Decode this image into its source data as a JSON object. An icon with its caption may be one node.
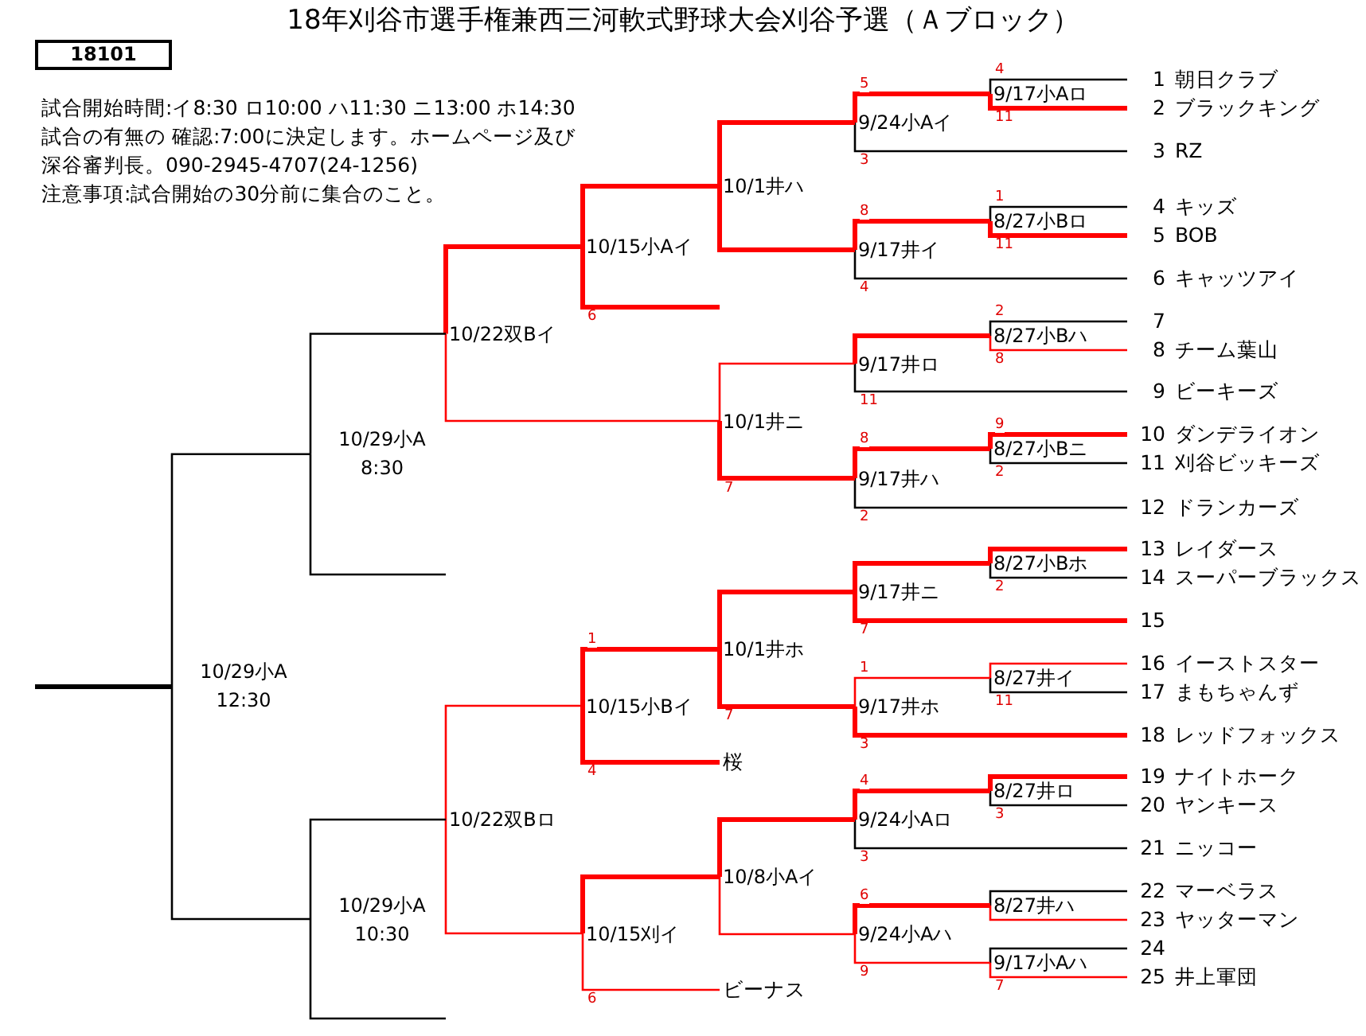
{
  "diagram": {
    "title": "18年刈谷市選手権兼西三河軟式野球大会刈谷予選（Ａブロック）",
    "nodes": [
      {
        "text": [
          "18101"
        ]
      },
      {
        "text": [
          "1",
          "朝日クラブ"
        ]
      },
      {
        "text": [
          "2",
          "ブラックキング"
        ]
      },
      {
        "text": [
          "3",
          "RZ"
        ]
      },
      {
        "text": [
          "4",
          "キッズ"
        ]
      },
      {
        "text": [
          "5",
          "BOB"
        ]
      },
      {
        "text": [
          "6",
          "キャッツアイ"
        ]
      },
      {
        "text": [
          "7"
        ]
      },
      {
        "text": [
          "8",
          "チーム葉山"
        ]
      },
      {
        "text": [
          "9",
          "ビーキーズ"
        ]
      },
      {
        "text": [
          "10",
          "ダンデライオン"
        ]
      },
      {
        "text": [
          "11",
          "刈谷ビッキーズ"
        ]
      },
      {
        "text": [
          "12",
          "ドランカーズ"
        ]
      },
      {
        "text": [
          "13",
          "レイダース"
        ]
      },
      {
        "text": [
          "14",
          "スーパーブラックス"
        ]
      },
      {
        "text": [
          "15"
        ]
      },
      {
        "text": [
          "16",
          "イーストスター"
        ]
      },
      {
        "text": [
          "17",
          "まもちゃんず"
        ]
      },
      {
        "text": [
          "18",
          "レッドフォックス"
        ]
      },
      {
        "text": [
          "19",
          "ナイトホーク"
        ]
      },
      {
        "text": [
          "20",
          "ヤンキース"
        ]
      },
      {
        "text": [
          "21",
          "ニッコー"
        ]
      },
      {
        "text": [
          "22",
          "マーベラス"
        ]
      },
      {
        "text": [
          "23",
          "ヤッターマン"
        ]
      },
      {
        "text": [
          "24"
        ]
      },
      {
        "text": [
          "25",
          "井上軍団"
        ]
      },
      {
        "text": [
          "桜"
        ]
      },
      {
        "text": [
          "ビーナス"
        ]
      },
      {
        "text": [
          "9/17小Aロ"
        ]
      },
      {
        "text": [
          "8/27小Bロ"
        ]
      },
      {
        "text": [
          "8/27小Bハ"
        ]
      },
      {
        "text": [
          "8/27小Bニ"
        ]
      },
      {
        "text": [
          "8/27小Bホ"
        ]
      },
      {
        "text": [
          "8/27井イ"
        ]
      },
      {
        "text": [
          "8/27井ロ"
        ]
      },
      {
        "text": [
          "8/27井ハ"
        ]
      },
      {
        "text": [
          "9/17小Aハ"
        ]
      },
      {
        "text": [
          "9/24小Aイ"
        ]
      },
      {
        "text": [
          "9/17井イ"
        ]
      },
      {
        "text": [
          "9/17井ロ"
        ]
      },
      {
        "text": [
          "9/17井ハ"
        ]
      },
      {
        "text": [
          "9/17井ニ"
        ]
      },
      {
        "text": [
          "9/17井ホ"
        ]
      },
      {
        "text": [
          "9/24小Aロ"
        ]
      },
      {
        "text": [
          "9/24小Aハ"
        ]
      },
      {
        "text": [
          "10/1井ハ"
        ]
      },
      {
        "text": [
          "10/1井ニ"
        ]
      },
      {
        "text": [
          "10/1井ホ"
        ]
      },
      {
        "text": [
          "10/8小Aイ"
        ]
      },
      {
        "text": [
          "10/15小Aイ"
        ]
      },
      {
        "text": [
          "10/15小Bイ"
        ]
      },
      {
        "text": [
          "10/15刈イ"
        ]
      },
      {
        "text": [
          "10/22双Bイ"
        ]
      },
      {
        "text": [
          "10/22双Bロ"
        ]
      },
      {
        "text": [
          "10/29小A",
          "8:30"
        ]
      },
      {
        "text": [
          "10/29小A",
          "10:30"
        ]
      },
      {
        "text": [
          "10/29小A",
          "12:30"
        ]
      }
    ],
    "edges": [
      {
        "from": 1,
        "to": 28,
        "arrow": "none",
        "label": "4",
        "color": "#000000"
      },
      {
        "from": 2,
        "to": 28,
        "arrow": "none",
        "label": "11",
        "color": "#ff0000",
        "style": "thick"
      },
      {
        "from": 4,
        "to": 29,
        "arrow": "none",
        "label": "1",
        "color": "#000000"
      },
      {
        "from": 5,
        "to": 29,
        "arrow": "none",
        "label": "11",
        "color": "#ff0000",
        "style": "thick"
      },
      {
        "from": 7,
        "to": 30,
        "arrow": "none",
        "label": "2",
        "color": "#000000"
      },
      {
        "from": 8,
        "to": 30,
        "arrow": "none",
        "label": "8",
        "color": "#ff0000"
      },
      {
        "from": 10,
        "to": 31,
        "arrow": "none",
        "label": "9",
        "color": "#ff0000",
        "style": "thick"
      },
      {
        "from": 11,
        "to": 31,
        "arrow": "none",
        "label": "2",
        "color": "#000000"
      },
      {
        "from": 13,
        "to": 32,
        "arrow": "none",
        "color": "#ff0000",
        "style": "thick"
      },
      {
        "from": 14,
        "to": 32,
        "arrow": "none",
        "label": "2",
        "color": "#000000"
      },
      {
        "from": 16,
        "to": 33,
        "arrow": "none",
        "color": "#ff0000"
      },
      {
        "from": 17,
        "to": 33,
        "arrow": "none",
        "label": "11",
        "color": "#000000"
      },
      {
        "from": 19,
        "to": 34,
        "arrow": "none",
        "color": "#ff0000",
        "style": "thick"
      },
      {
        "from": 20,
        "to": 34,
        "arrow": "none",
        "label": "3",
        "color": "#000000"
      },
      {
        "from": 22,
        "to": 35,
        "arrow": "none",
        "color": "#000000"
      },
      {
        "from": 23,
        "to": 35,
        "arrow": "none",
        "color": "#ff0000"
      },
      {
        "from": 24,
        "to": 36,
        "arrow": "none",
        "color": "#000000"
      },
      {
        "from": 25,
        "to": 36,
        "arrow": "none",
        "label": "7",
        "color": "#ff0000"
      },
      {
        "from": 28,
        "to": 37,
        "arrow": "none",
        "label": "5",
        "color": "#ff0000",
        "style": "thick"
      },
      {
        "from": 3,
        "to": 37,
        "arrow": "none",
        "label": "3",
        "color": "#000000"
      },
      {
        "from": 29,
        "to": 38,
        "arrow": "none",
        "label": "8",
        "color": "#ff0000",
        "style": "thick"
      },
      {
        "from": 6,
        "to": 38,
        "arrow": "none",
        "label": "4",
        "color": "#000000"
      },
      {
        "from": 30,
        "to": 39,
        "arrow": "none",
        "color": "#ff0000",
        "style": "thick"
      },
      {
        "from": 9,
        "to": 39,
        "arrow": "none",
        "label": "11",
        "color": "#000000"
      },
      {
        "from": 31,
        "to": 40,
        "arrow": "none",
        "label": "8",
        "color": "#ff0000",
        "style": "thick"
      },
      {
        "from": 12,
        "to": 40,
        "arrow": "none",
        "label": "2",
        "color": "#000000"
      },
      {
        "from": 32,
        "to": 41,
        "arrow": "none",
        "color": "#ff0000",
        "style": "thick"
      },
      {
        "from": 15,
        "to": 41,
        "arrow": "none",
        "label": "7",
        "color": "#ff0000",
        "style": "thick"
      },
      {
        "from": 33,
        "to": 42,
        "arrow": "none",
        "label": "1",
        "color": "#ff0000"
      },
      {
        "from": 18,
        "to": 42,
        "arrow": "none",
        "label": "3",
        "color": "#ff0000",
        "style": "thick"
      },
      {
        "from": 34,
        "to": 43,
        "arrow": "none",
        "label": "4",
        "color": "#ff0000",
        "style": "thick"
      },
      {
        "from": 21,
        "to": 43,
        "arrow": "none",
        "label": "3",
        "color": "#000000"
      },
      {
        "from": 35,
        "to": 44,
        "arrow": "none",
        "label": "6",
        "color": "#ff0000",
        "style": "thick"
      },
      {
        "from": 36,
        "to": 44,
        "arrow": "none",
        "label": "9",
        "color": "#ff0000"
      },
      {
        "from": 37,
        "to": 45,
        "arrow": "none",
        "color": "#ff0000",
        "style": "thick"
      },
      {
        "from": 38,
        "to": 45,
        "arrow": "none",
        "color": "#ff0000",
        "style": "thick"
      },
      {
        "from": 39,
        "to": 46,
        "arrow": "none",
        "color": "#ff0000"
      },
      {
        "from": 40,
        "to": 46,
        "arrow": "none",
        "label": "7",
        "color": "#ff0000",
        "style": "thick"
      },
      {
        "from": 41,
        "to": 47,
        "arrow": "none",
        "color": "#ff0000",
        "style": "thick"
      },
      {
        "from": 42,
        "to": 47,
        "arrow": "none",
        "label": "7",
        "color": "#ff0000",
        "style": "thick"
      },
      {
        "from": 43,
        "to": 48,
        "arrow": "none",
        "color": "#ff0000",
        "style": "thick"
      },
      {
        "from": 44,
        "to": 48,
        "arrow": "none",
        "color": "#ff0000"
      },
      {
        "from": 45,
        "to": 49,
        "arrow": "none",
        "color": "#ff0000",
        "style": "thick"
      },
      {
        "from": null,
        "to": 49,
        "arrow": "none",
        "label": "6",
        "color": "#ff0000",
        "style": "thick"
      },
      {
        "from": 47,
        "to": 50,
        "arrow": "none",
        "label": "1",
        "color": "#ff0000",
        "style": "thick"
      },
      {
        "from": 26,
        "to": 50,
        "arrow": "none",
        "label": "4",
        "color": "#ff0000",
        "style": "thick"
      },
      {
        "from": 48,
        "to": 51,
        "arrow": "none",
        "color": "#ff0000",
        "style": "thick"
      },
      {
        "from": 27,
        "to": 51,
        "arrow": "none",
        "label": "6",
        "color": "#ff0000"
      },
      {
        "from": 49,
        "to": 52,
        "arrow": "none",
        "color": "#ff0000",
        "style": "thick"
      },
      {
        "from": 46,
        "to": 52,
        "arrow": "none",
        "color": "#ff0000"
      },
      {
        "from": 50,
        "to": 53,
        "arrow": "none",
        "color": "#ff0000"
      },
      {
        "from": 51,
        "to": 53,
        "arrow": "none",
        "color": "#ff0000"
      },
      {
        "from": 52,
        "to": 54,
        "arrow": "none",
        "color": "#000000"
      },
      {
        "from": null,
        "to": 54,
        "arrow": "none",
        "color": "#000000"
      },
      {
        "from": 53,
        "to": 55,
        "arrow": "none",
        "color": "#000000"
      },
      {
        "from": null,
        "to": 55,
        "arrow": "none",
        "color": "#000000"
      },
      {
        "from": 54,
        "to": 56,
        "arrow": "none",
        "color": "#000000"
      },
      {
        "from": 55,
        "to": 56,
        "arrow": "none",
        "color": "#000000"
      },
      {
        "from": 56,
        "to": null,
        "arrow": "none",
        "color": "#000000",
        "style": "thick"
      }
    ],
    "labels": [
      "試合開始時間:イ8:30 ロ10:00 ハ11:30 ニ13:00 ホ14:30",
      "試合の有無の 確認:7:00に決定します。ホームページ及び",
      "深谷審判長。090-2945-4707(24-1256)",
      "注意事項:試合開始の30分前に集合のこと。"
    ]
  }
}
